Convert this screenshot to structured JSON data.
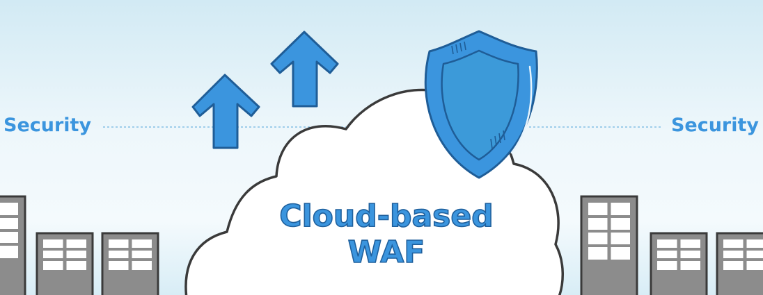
{
  "labels": {
    "left": "Security",
    "right": "Security"
  },
  "center": {
    "title_line1": "Cloud-based",
    "title_line2": "WAF"
  },
  "icons": {
    "arrows": "up-arrow-icon",
    "shield": "shield-icon",
    "cloud": "cloud-icon",
    "buildings": "server-building-icon"
  },
  "colors": {
    "accent": "#3b95de",
    "accent_dark": "#1f5d97",
    "outline": "#3a3a3a",
    "building_gray": "#8c8c8c",
    "background_top": "#d5ecf5",
    "background_mid": "#f3f9fc"
  }
}
